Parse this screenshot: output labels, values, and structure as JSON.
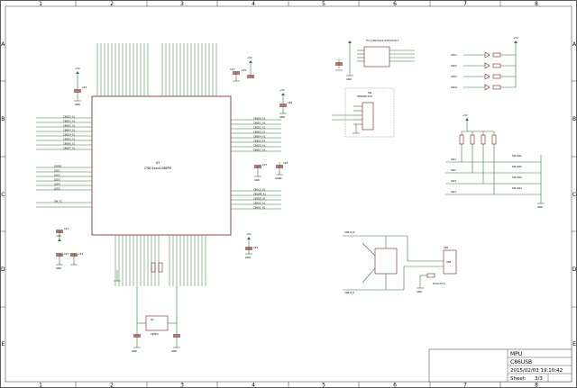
{
  "title_block": {
    "heading": "MPU",
    "project": "C86USB",
    "timestamp": "2015/02/03 19:10:42",
    "sheet_label": "Sheet:",
    "sheet_value": "3/3"
  },
  "frame": {
    "columns": [
      "1",
      "2",
      "3",
      "4",
      "5",
      "6",
      "7",
      "8"
    ],
    "rows": [
      "A",
      "B",
      "C",
      "D",
      "E"
    ]
  },
  "mcu": {
    "ref": "U3",
    "part": "CY8C4xxxX-068PM"
  },
  "connectors": {
    "fc": "FC1_00021021-000101T1LF",
    "header_box_title": "SW",
    "header_box_part": "HEADER-1X6",
    "usb_title": "CN1",
    "usb_label": "USB",
    "usb_part": "PH-0175-S"
  },
  "net_labels": {
    "usb_d_n": "USB-D_N",
    "usb_d_p": "USB-D_P",
    "left_bus": [
      "C86D0_SL",
      "C86D1_SL",
      "C86D2_SL",
      "C86D3_SL",
      "C86D4_SL",
      "C86D5_SL",
      "C86D6_SL",
      "C86D7_SL"
    ],
    "left_led": [
      "DWSR",
      "LED1",
      "LED2",
      "LED3",
      "LED4",
      "LED5",
      "SW_FC"
    ],
    "right_bus": [
      "C86D0_A1",
      "C86D1_A1",
      "C86D2_A1",
      "C86D3_A1",
      "C86D4_A1",
      "C86D5_A1",
      "C86D6_A1",
      "C86D7_A1"
    ],
    "right_bus2": [
      "C86CS_A1",
      "C86WR_A1",
      "C86RD_A1",
      "C86A0_A1",
      "C86A1_A1"
    ]
  },
  "leds": {
    "labels": [
      "LED1",
      "LED2",
      "LED3",
      "LED4"
    ]
  },
  "switches": {
    "labels": [
      "SW1",
      "SW2",
      "SW3",
      "SW4"
    ],
    "parts": [
      "SW1041",
      "SW1042",
      "SW1043",
      "SW1044"
    ]
  },
  "power": {
    "vcc": "+5V",
    "gnd": "GND",
    "agnd": "AGND"
  },
  "caps": [
    "C20",
    "C21",
    "C22",
    "C23",
    "C24",
    "C25",
    "C26",
    "C27",
    "C28",
    "C29"
  ],
  "crystal": {
    "ref": "Q1",
    "value": "24MHz"
  }
}
